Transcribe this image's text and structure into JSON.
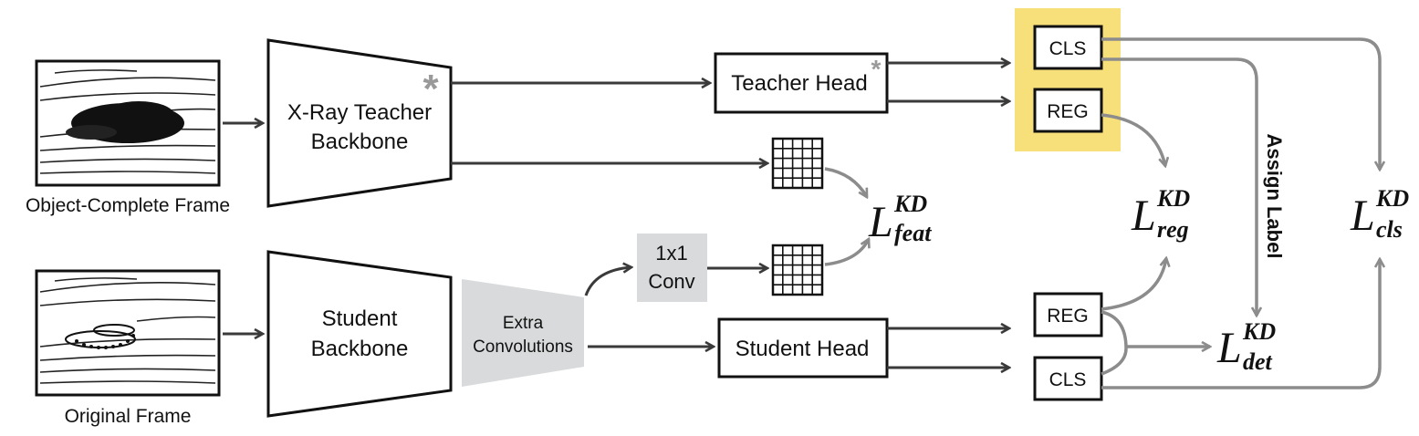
{
  "frames": {
    "object_complete_caption": "Object-Complete Frame",
    "original_caption": "Original Frame"
  },
  "teacher_backbone": {
    "line1": "X-Ray Teacher",
    "line2": "Backbone"
  },
  "student_backbone": {
    "line1": "Student",
    "line2": "Backbone"
  },
  "extra_conv": {
    "line1": "Extra",
    "line2": "Convolutions"
  },
  "conv1x1": {
    "line1": "1x1",
    "line2": "Conv"
  },
  "teacher_head": {
    "label": "Teacher Head"
  },
  "student_head": {
    "label": "Student Head"
  },
  "outputs": {
    "teacher_cls": "CLS",
    "teacher_reg": "REG",
    "student_reg": "REG",
    "student_cls": "CLS"
  },
  "frozen_marker": "*",
  "assign_label": "Assign Label",
  "losses": {
    "feat": {
      "main": "L",
      "sup": "KD",
      "sub": "feat"
    },
    "reg": {
      "main": "L",
      "sup": "KD",
      "sub": "reg"
    },
    "cls": {
      "main": "L",
      "sup": "KD",
      "sub": "cls"
    },
    "det": {
      "main": "L",
      "sup": "KD",
      "sub": "det"
    }
  },
  "colors": {
    "arrow_dark": "#3a3a3a",
    "arrow_gray": "#8c8c8c",
    "highlight": "#f7e07a",
    "gray_fill": "#d9dadb"
  }
}
